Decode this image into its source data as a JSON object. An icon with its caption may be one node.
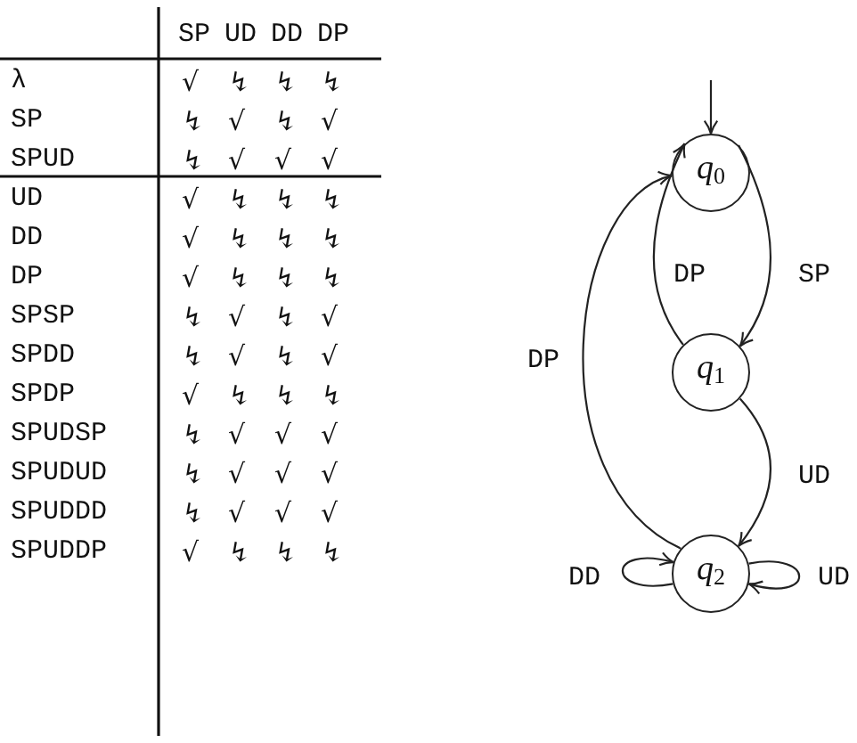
{
  "diagram": {
    "nodes": [
      {
        "text": [
          "*q*$_{0}$"
        ]
      },
      {
        "text": [
          "*q*$_{1}$"
        ]
      },
      {
        "text": [
          "*q*$_{2}$"
        ]
      }
    ],
    "edges": [
      {
        "from": null,
        "to": 0,
        "arrow": "to"
      },
      {
        "from": 0,
        "to": 1,
        "arrow": "to",
        "label": "SP"
      },
      {
        "from": 1,
        "to": 0,
        "arrow": "to",
        "label": "DP"
      },
      {
        "from": 1,
        "to": 2,
        "arrow": "to",
        "label": "UD"
      },
      {
        "from": 2,
        "to": 0,
        "arrow": "to",
        "label": "DP"
      },
      {
        "from": 2,
        "to": 2,
        "arrow": "to",
        "label": "DD"
      },
      {
        "from": 2,
        "to": 2,
        "arrow": "to",
        "label": "UD"
      }
    ],
    "labels": [
      "SP",
      "UD",
      "DD",
      "DP",
      "λ",
      "√",
      "↯",
      "↯",
      "↯",
      "SP",
      "↯",
      "√",
      "↯",
      "√",
      "SPUD",
      "↯",
      "√",
      "√",
      "√",
      "UD",
      "√",
      "↯",
      "↯",
      "↯",
      "DD",
      "√",
      "↯",
      "↯",
      "↯",
      "DP",
      "√",
      "↯",
      "↯",
      "↯",
      "SPSP",
      "↯",
      "√",
      "↯",
      "√",
      "SPDD",
      "↯",
      "√",
      "↯",
      "√",
      "SPDP",
      "√",
      "↯",
      "↯",
      "↯",
      "SPUDSP",
      "↯",
      "√",
      "√",
      "√",
      "SPUDUD",
      "↯",
      "√",
      "√",
      "√",
      "SPUDDD",
      "↯",
      "√",
      "√",
      "√",
      "SPUDDP",
      "√",
      "↯",
      "↯",
      "↯"
    ]
  }
}
